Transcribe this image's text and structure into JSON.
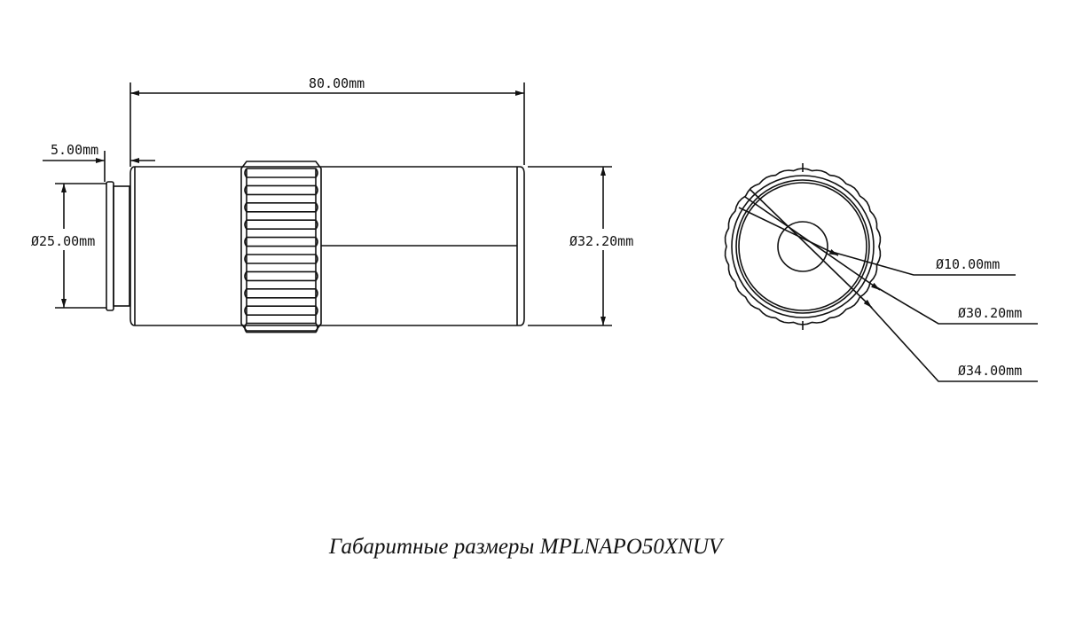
{
  "dimensions": {
    "length": "80.00mm",
    "thread_length": "5.00mm",
    "thread_diameter": "Ø25.00mm",
    "body_diameter": "Ø32.20mm",
    "aperture_diameter": "Ø10.00mm",
    "inner_ring_diameter": "Ø30.20mm",
    "outer_diameter": "Ø34.00mm"
  },
  "caption": "Габаритные размеры MPLNAPO50XNUV"
}
